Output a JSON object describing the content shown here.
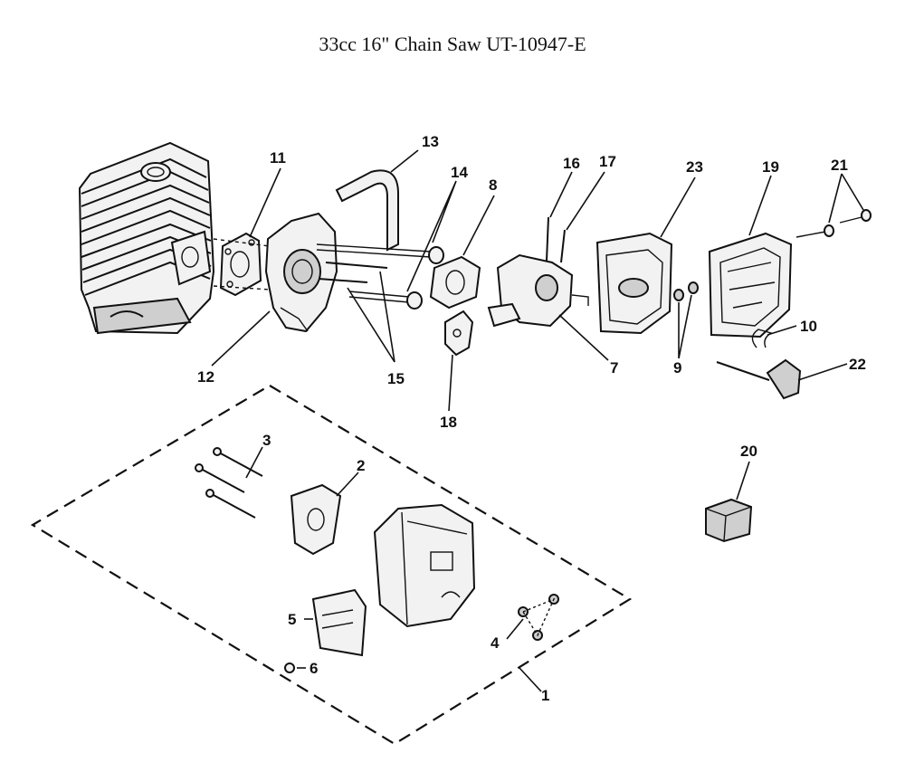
{
  "title": "33cc 16\" Chain Saw UT-10947-E",
  "callouts": {
    "c1": "1",
    "c2": "2",
    "c3": "3",
    "c4": "4",
    "c5": "5",
    "c6": "6",
    "c7": "7",
    "c8": "8",
    "c9": "9",
    "c10": "10",
    "c11": "11",
    "c12": "12",
    "c13": "13",
    "c14": "14",
    "c15": "15",
    "c16": "16",
    "c17": "17",
    "c18": "18",
    "c19": "19",
    "c20": "20",
    "c21": "21",
    "c22": "22",
    "c23": "23"
  }
}
